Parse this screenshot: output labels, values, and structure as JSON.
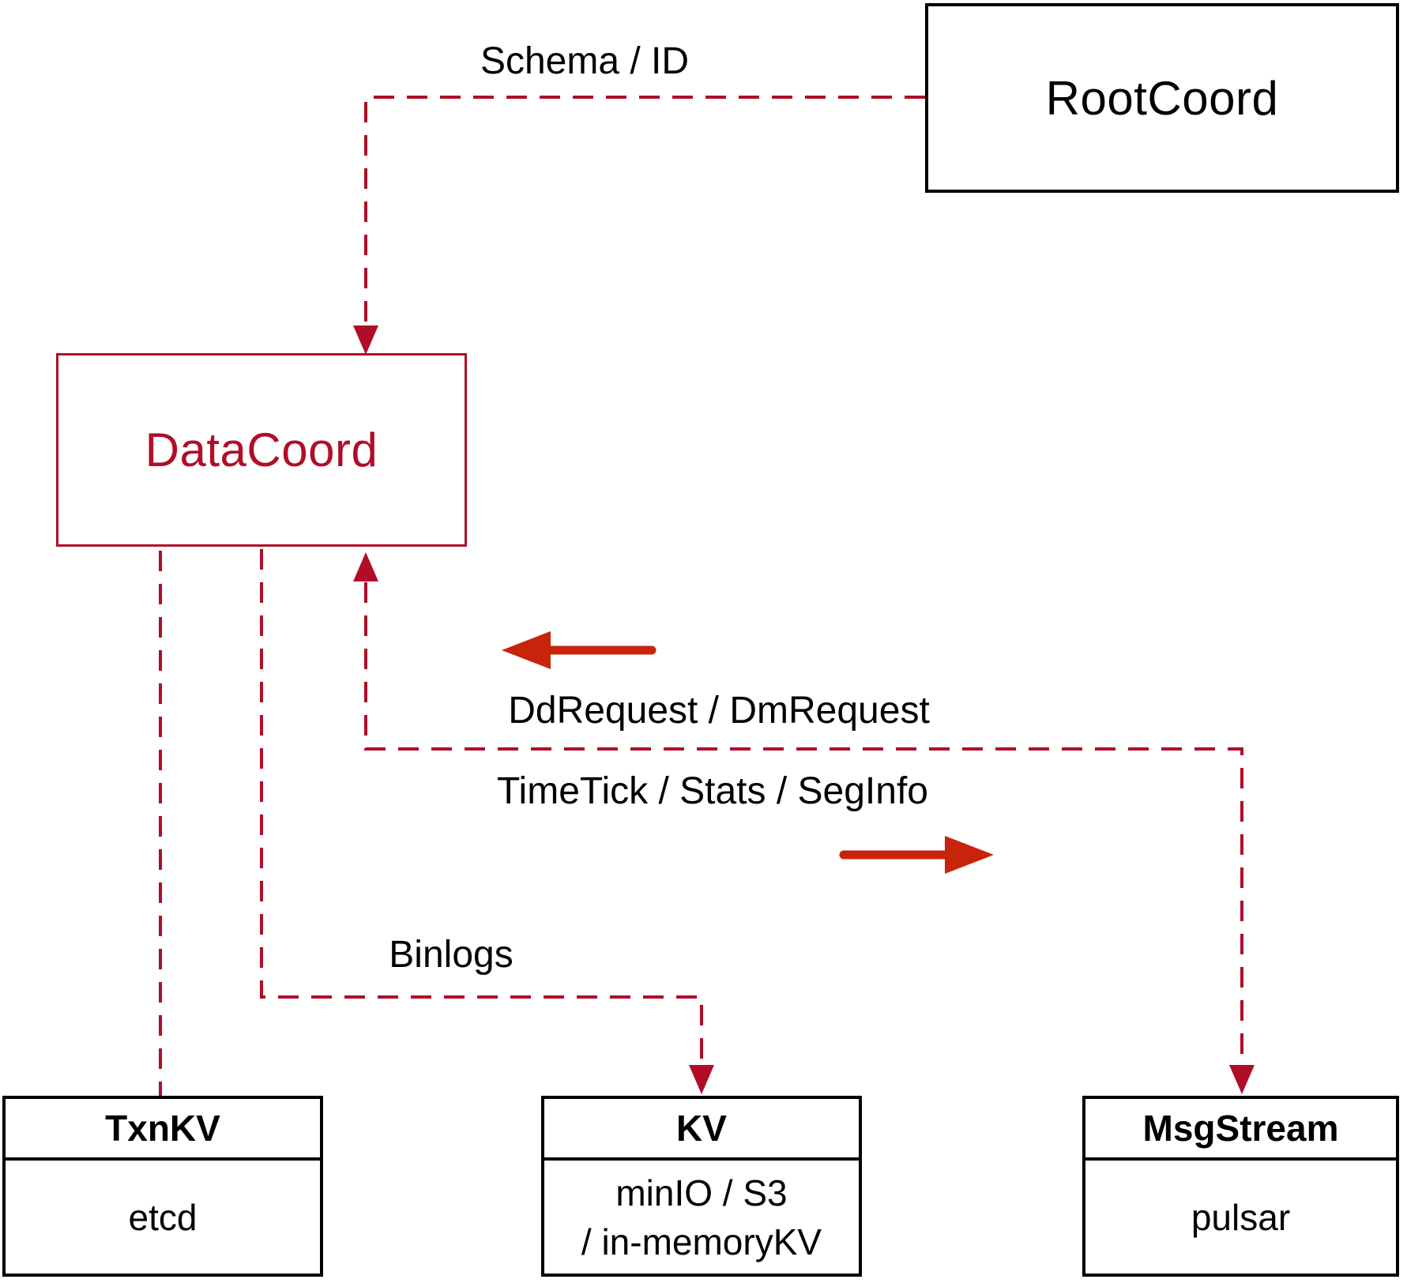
{
  "diagram": {
    "boxes": {
      "rootcoord": {
        "label": "RootCoord"
      },
      "datacoord": {
        "label": "DataCoord"
      },
      "txnkv": {
        "title": "TxnKV",
        "body": "etcd"
      },
      "kv": {
        "title": "KV",
        "body_line1": "minIO / S3",
        "body_line2": "/ in-memoryKV"
      },
      "msgstream": {
        "title": "MsgStream",
        "body": "pulsar"
      }
    },
    "edge_labels": {
      "schema_id": "Schema / ID",
      "dd_request": "DdRequest / DmRequest",
      "timetick": "TimeTick / Stats / SegInfo",
      "binlogs": "Binlogs"
    },
    "colors": {
      "dashed_line_crimson": "#b00e28",
      "solid_arrow_vermilion": "#c8230b",
      "box_border_black": "#000000"
    }
  }
}
